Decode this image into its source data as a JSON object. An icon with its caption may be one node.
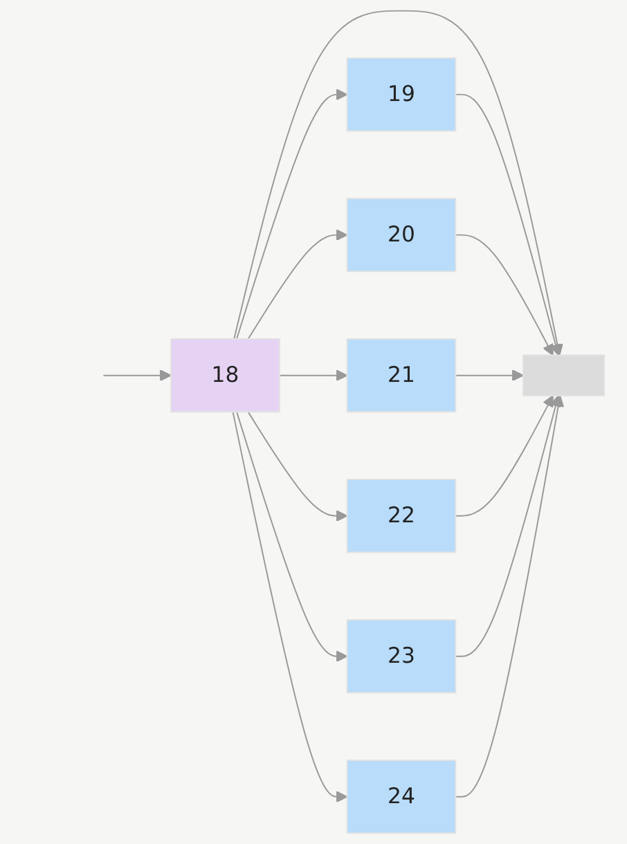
{
  "diagram": {
    "nodes": [
      {
        "text": [
          "18"
        ]
      },
      {
        "text": [
          "19"
        ]
      },
      {
        "text": [
          "20"
        ]
      },
      {
        "text": [
          "21"
        ]
      },
      {
        "text": [
          "22"
        ]
      },
      {
        "text": [
          "23"
        ]
      },
      {
        "text": [
          "24"
        ]
      },
      {
        "text": [],
        "shape": "box"
      }
    ],
    "edges": [
      {
        "from": null,
        "to": 0,
        "arrow": "to"
      },
      {
        "from": 0,
        "to": 1,
        "arrow": "to"
      },
      {
        "from": 0,
        "to": 2,
        "arrow": "to"
      },
      {
        "from": 0,
        "to": 3,
        "arrow": "to"
      },
      {
        "from": 0,
        "to": 4,
        "arrow": "to"
      },
      {
        "from": 0,
        "to": 5,
        "arrow": "to"
      },
      {
        "from": 0,
        "to": 6,
        "arrow": "to"
      },
      {
        "from": 0,
        "to": 7,
        "arrow": "to"
      },
      {
        "from": 1,
        "to": 7,
        "arrow": "to"
      },
      {
        "from": 2,
        "to": 7,
        "arrow": "to"
      },
      {
        "from": 3,
        "to": 7,
        "arrow": "to"
      },
      {
        "from": 4,
        "to": 7,
        "arrow": "to"
      },
      {
        "from": 5,
        "to": 7,
        "arrow": "to"
      },
      {
        "from": 6,
        "to": 7,
        "arrow": "to"
      }
    ]
  }
}
